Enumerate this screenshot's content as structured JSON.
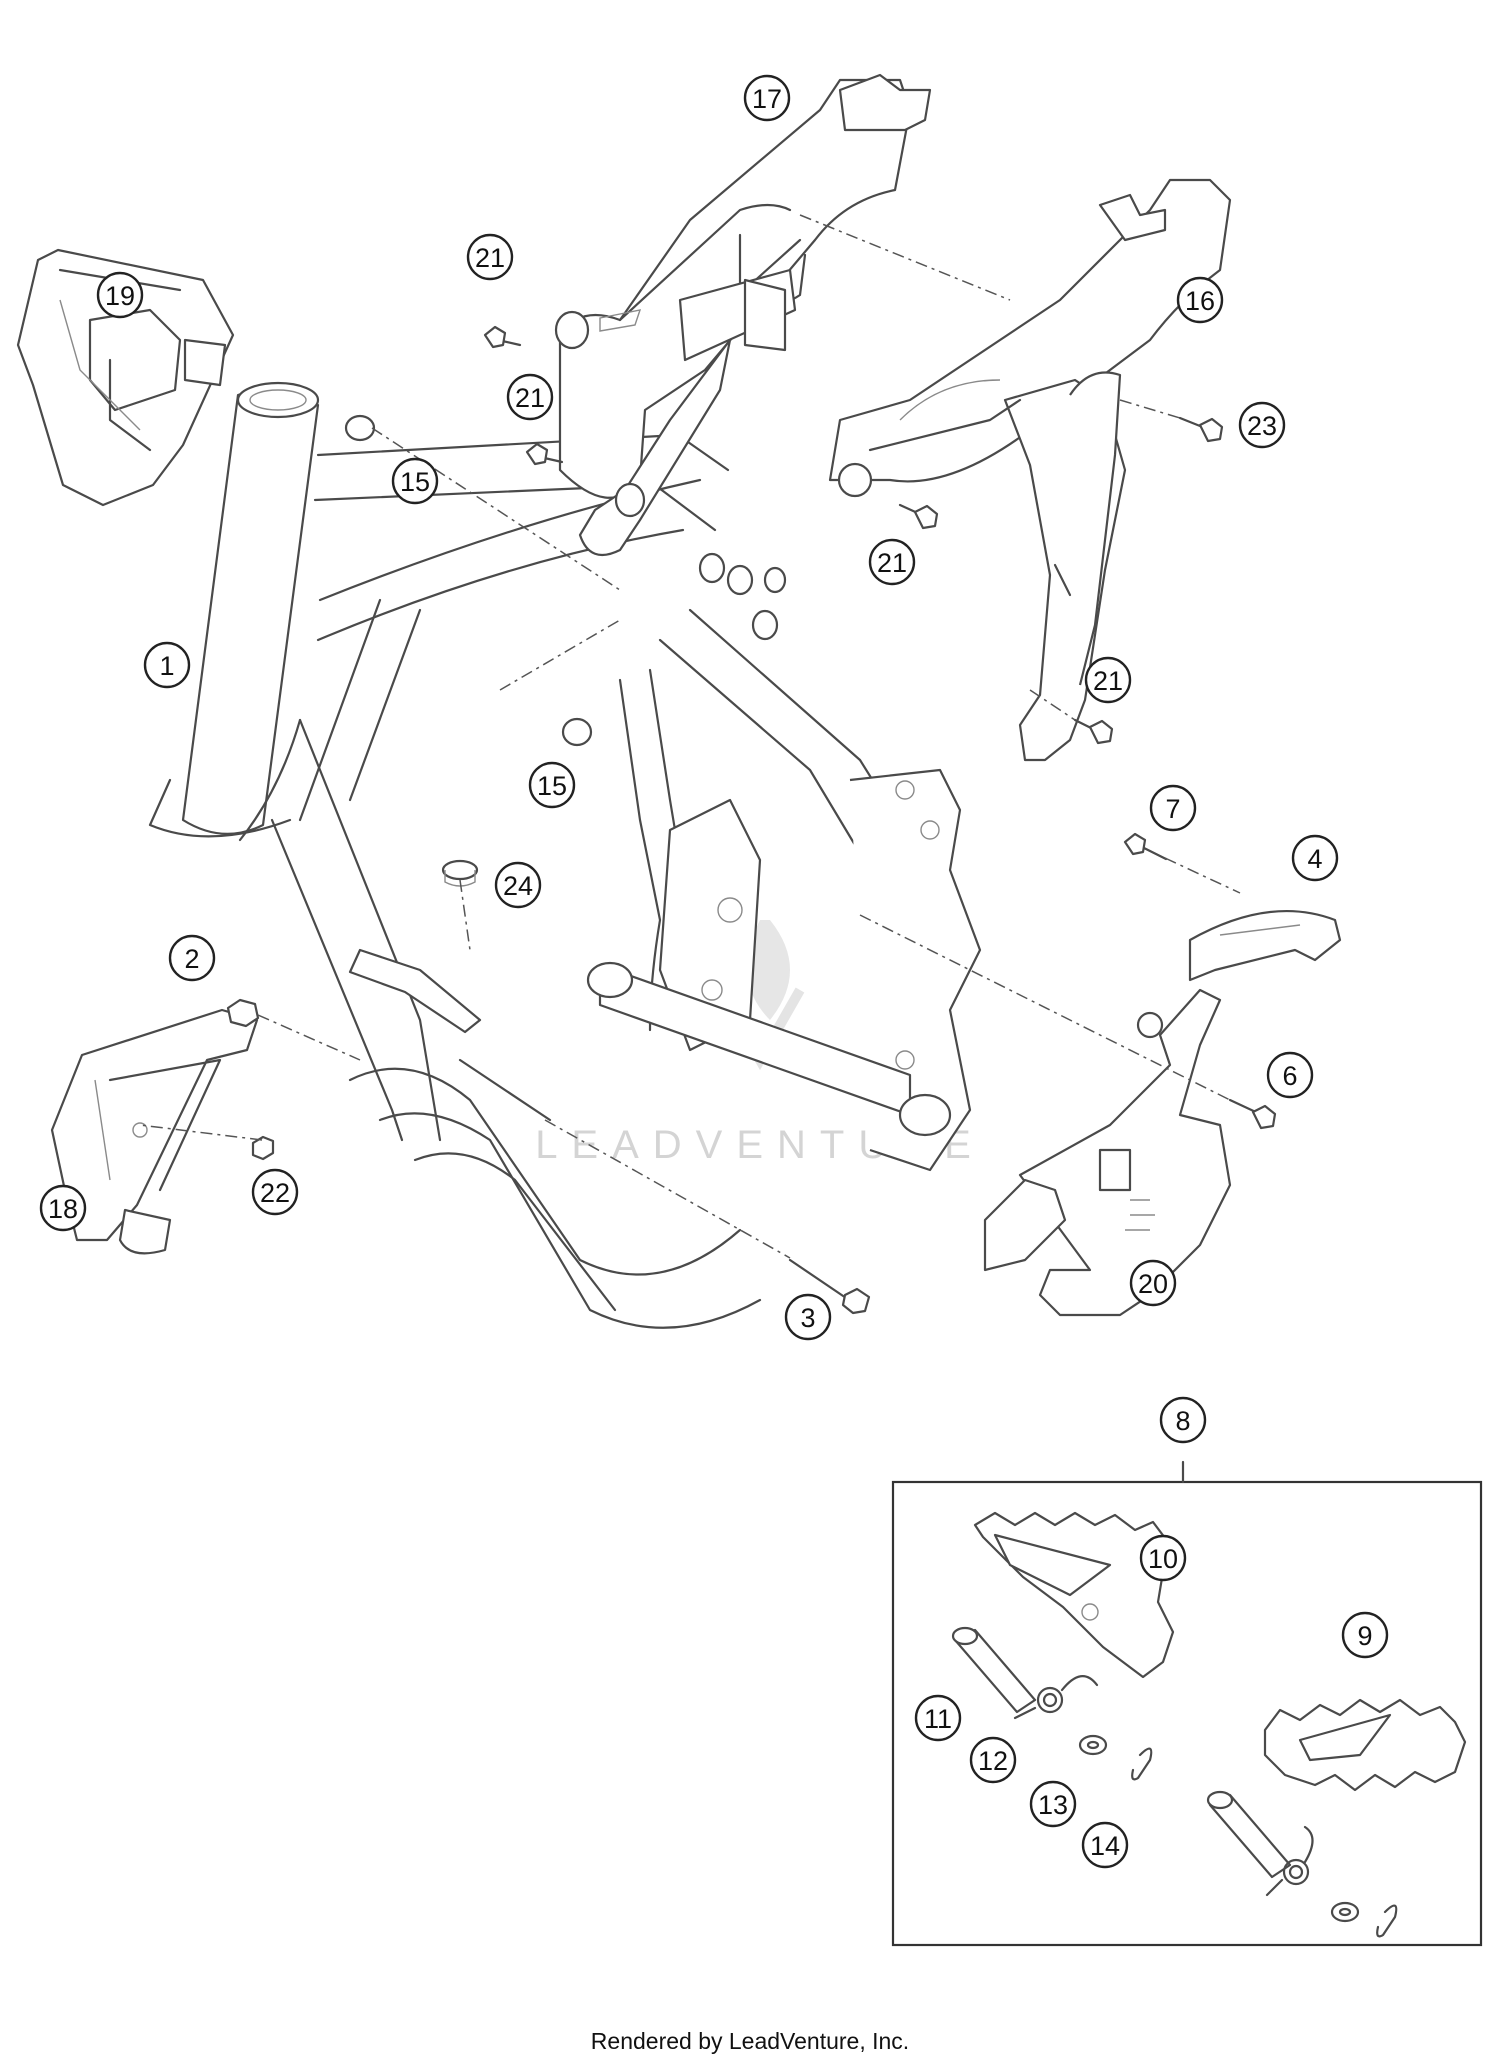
{
  "callouts": [
    "1",
    "2",
    "3",
    "4",
    "6",
    "7",
    "8",
    "9",
    "10",
    "11",
    "12",
    "13",
    "14",
    "15",
    "15",
    "16",
    "17",
    "18",
    "19",
    "20",
    "21",
    "21",
    "21",
    "21",
    "22",
    "23",
    "24"
  ],
  "watermark": "LEADVENTURE",
  "footer": "Rendered by LeadVenture, Inc.",
  "colors": {
    "line": "#4a4a4a",
    "callout": "#222222",
    "watermark": "#d4d4d4"
  }
}
